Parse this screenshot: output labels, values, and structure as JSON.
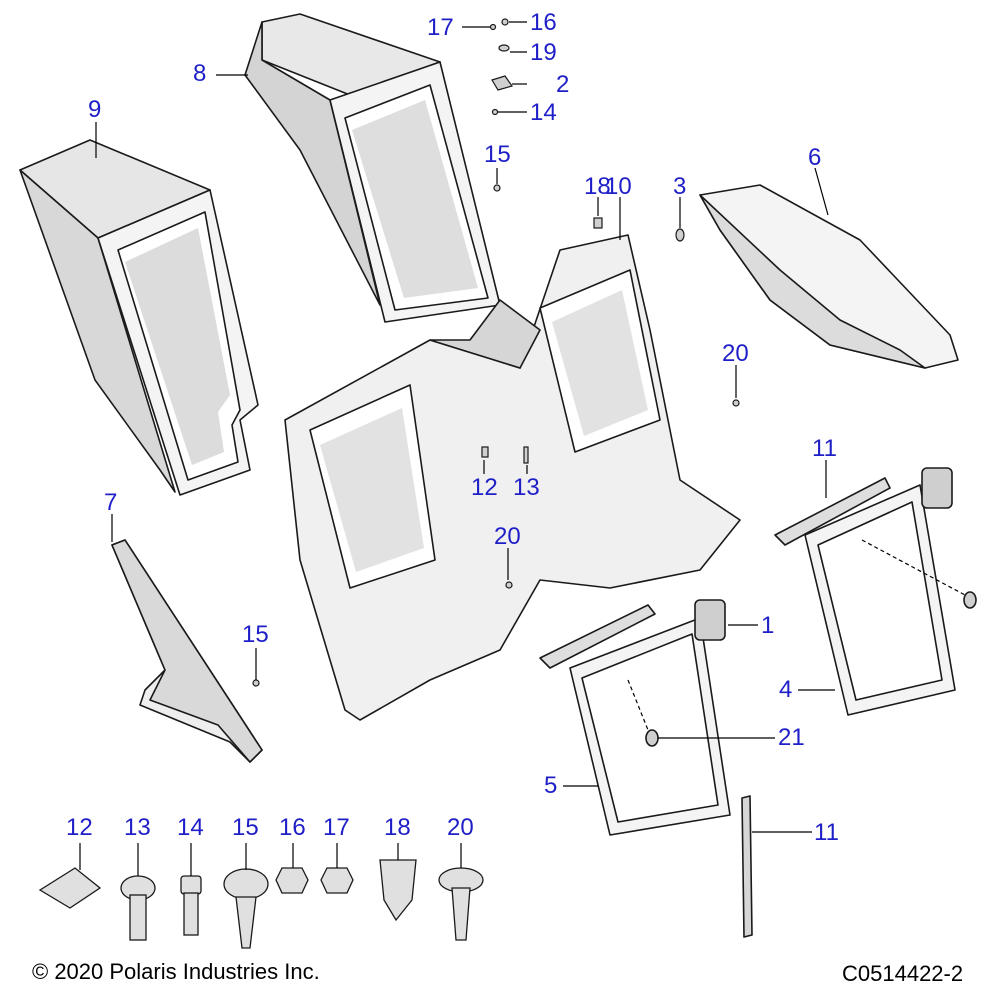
{
  "colors": {
    "callout": "#1f1fc8",
    "outline": "#1a1a1a",
    "part_fill": "#f2f2f2",
    "part_shade": "#d2d2d2",
    "leader": "#000000"
  },
  "callouts": {
    "c1": "1",
    "c2": "2",
    "c3": "3",
    "c4": "4",
    "c5": "5",
    "c6": "6",
    "c7": "7",
    "c8": "8",
    "c9": "9",
    "c10": "10",
    "c11a": "11",
    "c11b": "11",
    "c12a": "12",
    "c13a": "13",
    "c14a": "14",
    "c15a": "15",
    "c15b": "15",
    "c16a": "16",
    "c17a": "17",
    "c18a": "18",
    "c19a": "19",
    "c20a": "20",
    "c20b": "20",
    "c21": "21"
  },
  "legend_row": {
    "c12": "12",
    "c13": "13",
    "c14": "14",
    "c15": "15",
    "c16": "16",
    "c17": "17",
    "c18": "18",
    "c20": "20"
  },
  "footer": {
    "copyright": "© 2020 Polaris Industries Inc.",
    "drawing_number": "C0514422-2"
  }
}
